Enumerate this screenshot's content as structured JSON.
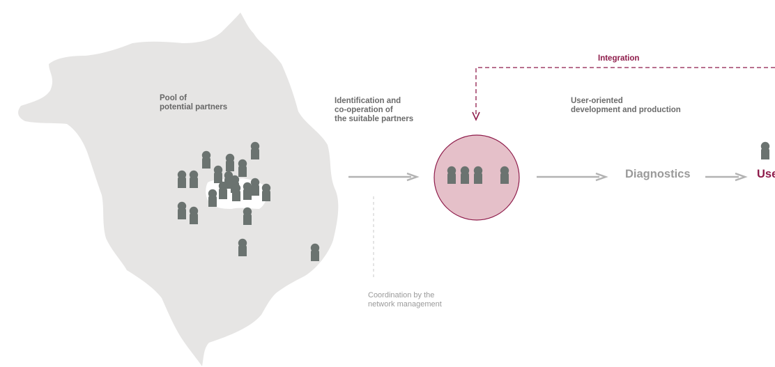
{
  "labels": {
    "pool": [
      "Pool of",
      "potential partners"
    ],
    "identification": [
      "Identification and",
      "co-operation of",
      "the suitable partners"
    ],
    "user_oriented": [
      "User-oriented",
      "development and production"
    ],
    "integration": "Integration",
    "coordination": [
      "Coordination by the",
      "network management"
    ],
    "diagnostics": "Diagnostics",
    "users": "Use"
  },
  "colors": {
    "region": "#e6e5e4",
    "person": "#6b7370",
    "arrow": "#b3b3b3",
    "circle_fill": "#e5c0c9",
    "circle_stroke": "#8e1b4a",
    "accent": "#8e1b4a",
    "dashed_gray": "#c8c8c8"
  },
  "icons": {
    "person": "person-icon"
  }
}
